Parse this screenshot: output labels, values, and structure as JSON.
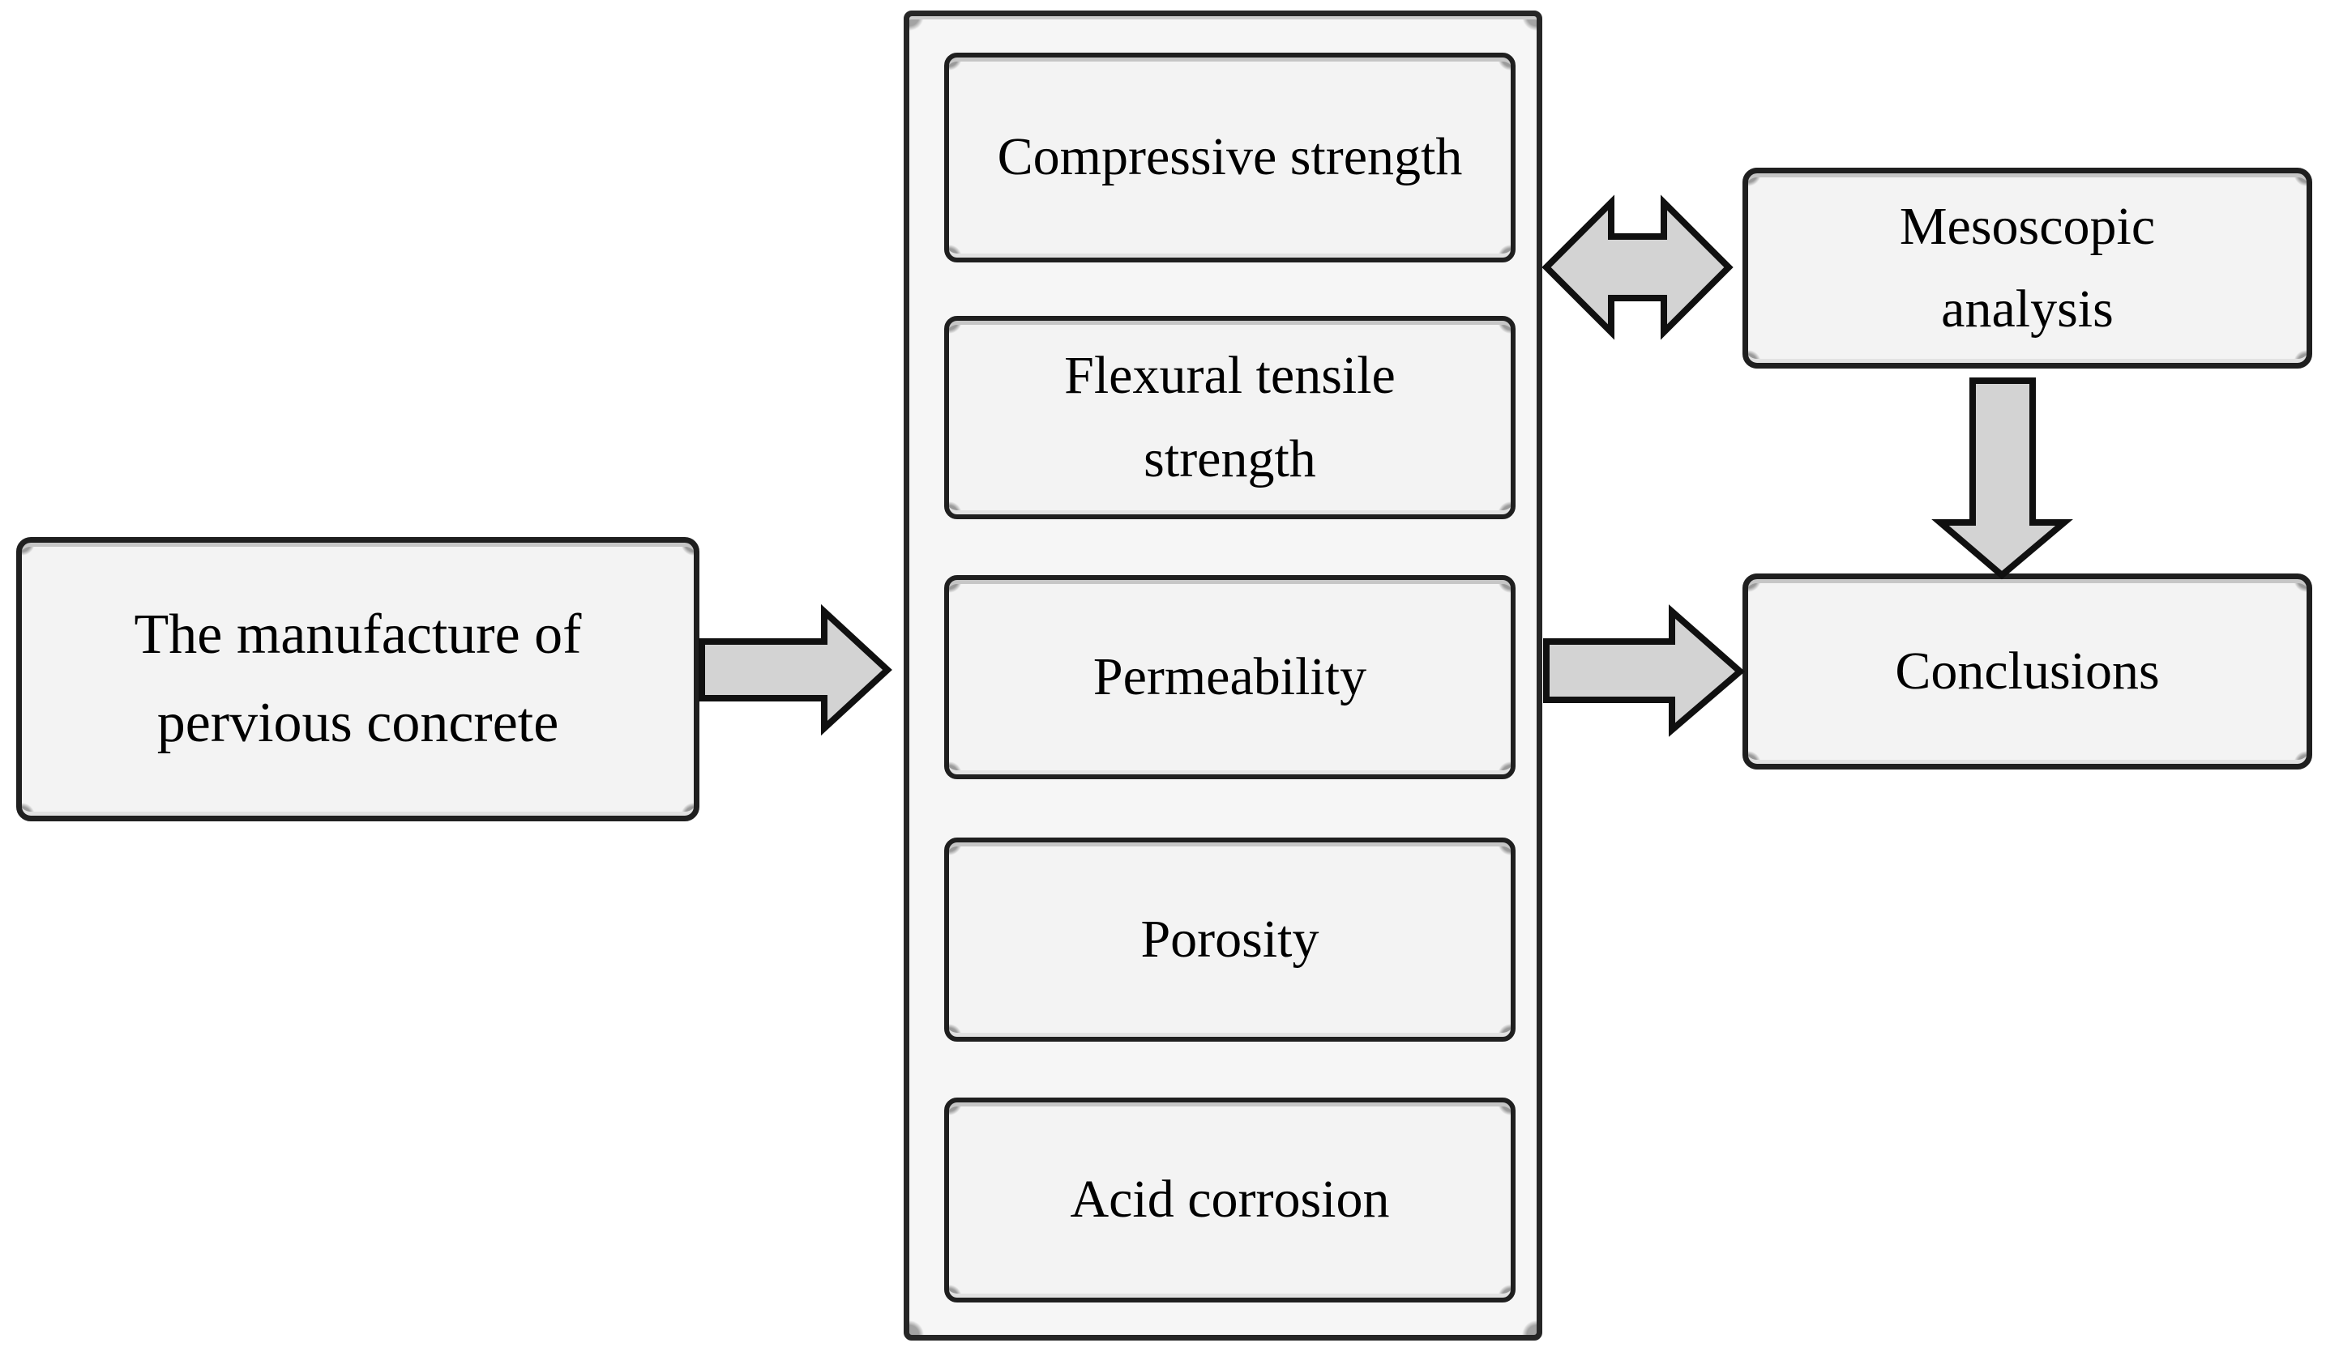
{
  "diagram": {
    "title_hint": "Research flowchart for pervious concrete study",
    "colors": {
      "background": "#ffffff",
      "box_fill": "#f3f3f3",
      "box_border": "#1f1f1f",
      "arrow_fill": "#d3d3d3",
      "arrow_outline": "#101010",
      "text": "#000000"
    },
    "nodes": {
      "manufacture": {
        "label": "The manufacture of pervious concrete"
      },
      "tests": [
        {
          "label": "Compressive strength"
        },
        {
          "label": "Flexural tensile strength"
        },
        {
          "label": "Permeability"
        },
        {
          "label": "Porosity"
        },
        {
          "label": "Acid corrosion"
        }
      ],
      "mesoscopic": {
        "label": "Mesoscopic analysis"
      },
      "conclusions": {
        "label": "Conclusions"
      }
    },
    "connectors": [
      {
        "name": "manufacture-to-tests",
        "type": "right-arrow"
      },
      {
        "name": "tests-mesoscopic",
        "type": "double-headed-horizontal-arrow"
      },
      {
        "name": "mesoscopic-to-conclusions",
        "type": "down-arrow"
      },
      {
        "name": "tests-to-conclusions",
        "type": "right-arrow"
      }
    ]
  }
}
